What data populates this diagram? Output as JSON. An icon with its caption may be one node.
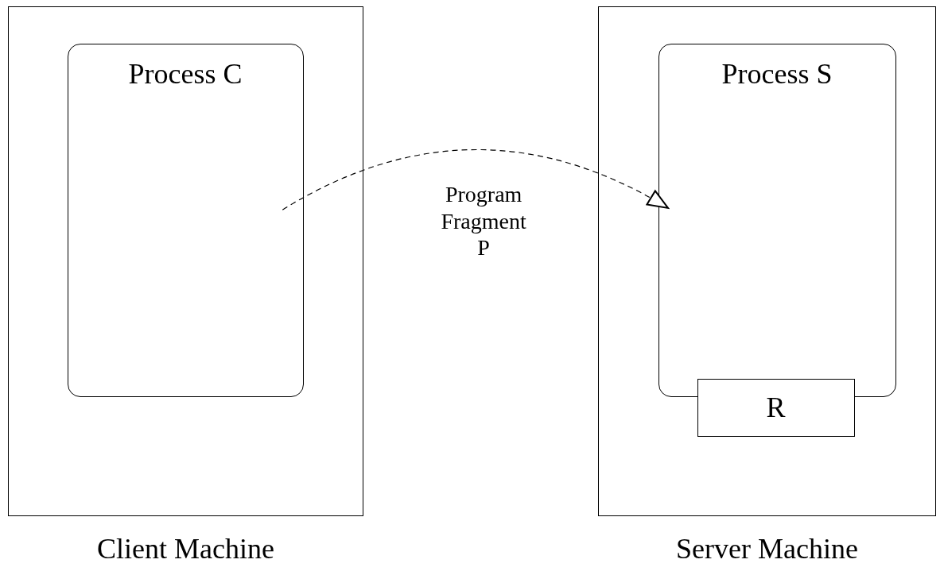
{
  "diagram": {
    "nodes": [
      {
        "text": [
          "Client Machine"
        ]
      },
      {
        "text": [
          "Process C"
        ],
        "in": 0
      },
      {
        "text": [
          "Server Machine"
        ]
      },
      {
        "text": [
          "Process S"
        ],
        "in": 2
      },
      {
        "text": [
          "R"
        ],
        "in": 2
      }
    ],
    "edges": [
      {
        "from": 1,
        "to": 3,
        "arrow": "to",
        "style": "dashed",
        "label": "Program Fragment P"
      }
    ]
  }
}
